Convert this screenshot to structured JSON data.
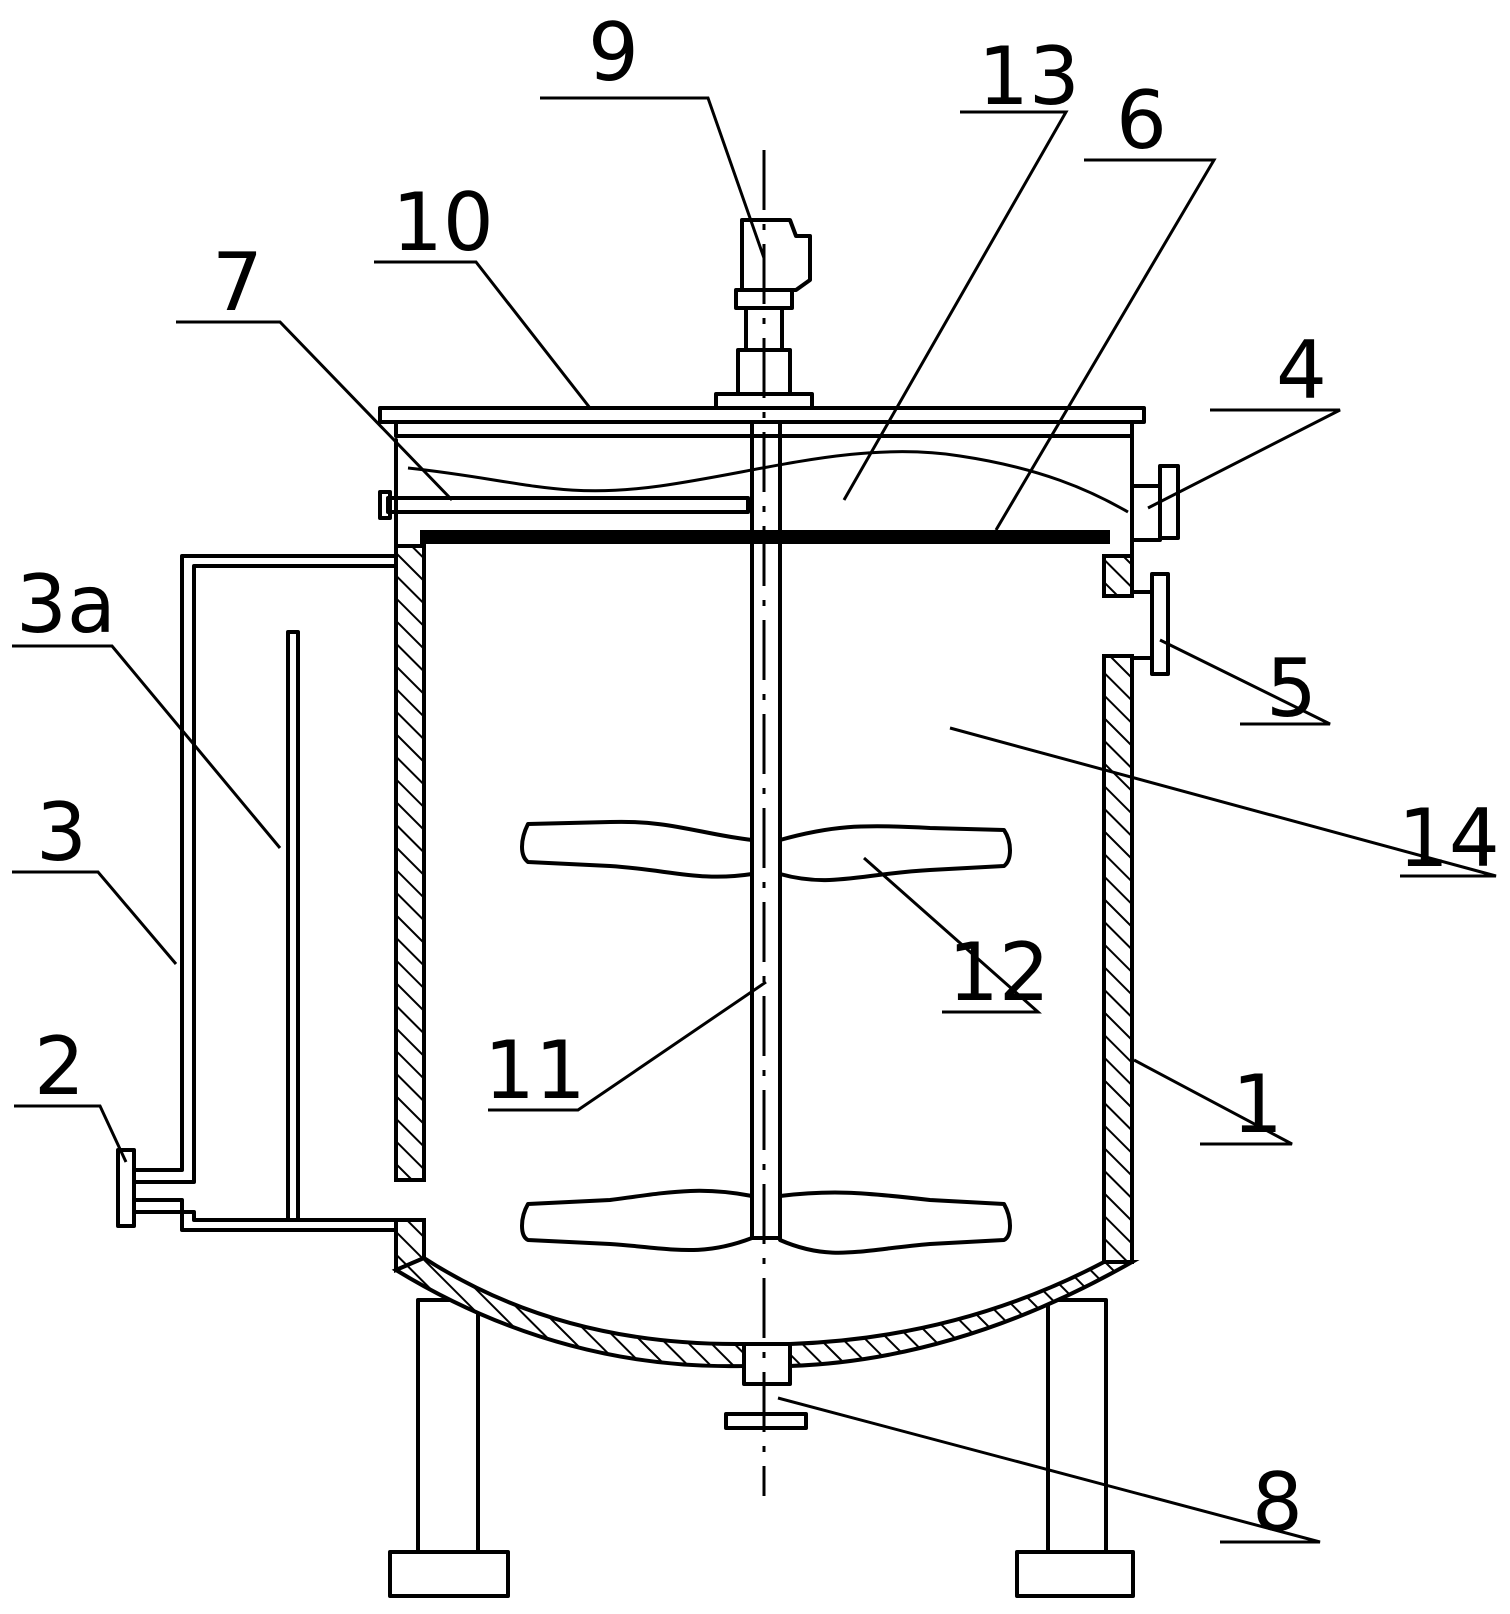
{
  "diagram": {
    "colors": {
      "line": "#000000",
      "background": "#ffffff"
    },
    "labels": [
      {
        "id": "c9",
        "text": "9"
      },
      {
        "id": "c13",
        "text": "13"
      },
      {
        "id": "c6",
        "text": "6"
      },
      {
        "id": "c10",
        "text": "10"
      },
      {
        "id": "c7",
        "text": "7"
      },
      {
        "id": "c4",
        "text": "4"
      },
      {
        "id": "c3a",
        "text": "3a"
      },
      {
        "id": "c5",
        "text": "5"
      },
      {
        "id": "c3",
        "text": "3"
      },
      {
        "id": "c14",
        "text": "14"
      },
      {
        "id": "c12",
        "text": "12"
      },
      {
        "id": "c2",
        "text": "2"
      },
      {
        "id": "c11",
        "text": "11"
      },
      {
        "id": "c1",
        "text": "1"
      },
      {
        "id": "c8",
        "text": "8"
      }
    ]
  }
}
